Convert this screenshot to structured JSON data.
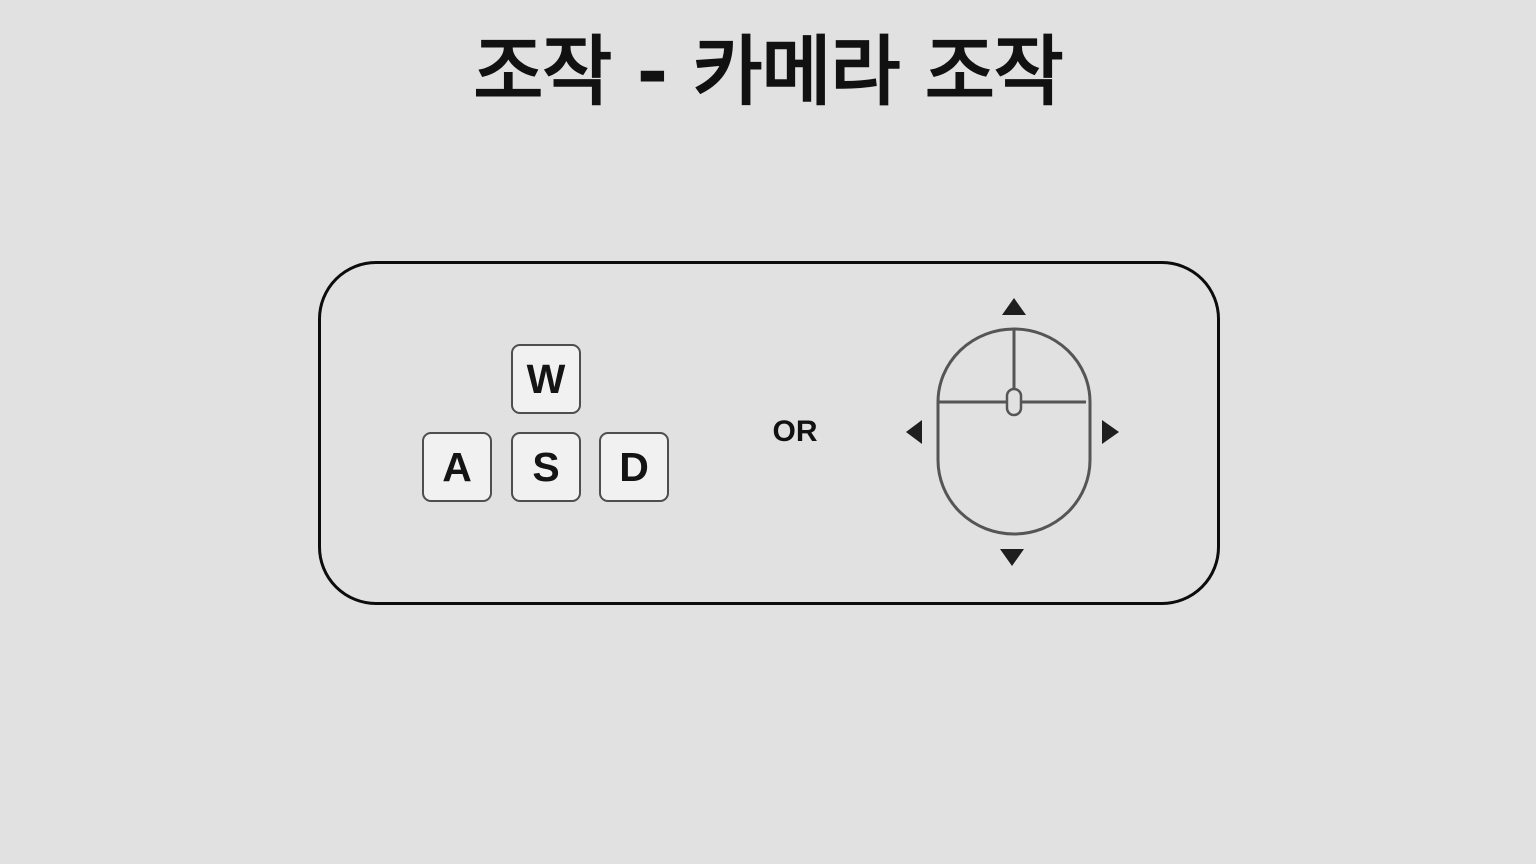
{
  "title": "조작 - 카메라 조작",
  "keys": {
    "w": "W",
    "a": "A",
    "s": "S",
    "d": "D"
  },
  "separator": "OR",
  "icons": {
    "mouse": "mouse-icon",
    "up": "arrow-up-icon",
    "down": "arrow-down-icon",
    "left": "arrow-left-icon",
    "right": "arrow-right-icon"
  },
  "colors": {
    "background": "#e1e1e1",
    "panel_border": "#0c0c0c",
    "key_fill": "#f1f1f1",
    "key_border": "#4e4e4e",
    "mouse_stroke": "#555555",
    "arrow_fill": "#1e1e1e"
  }
}
